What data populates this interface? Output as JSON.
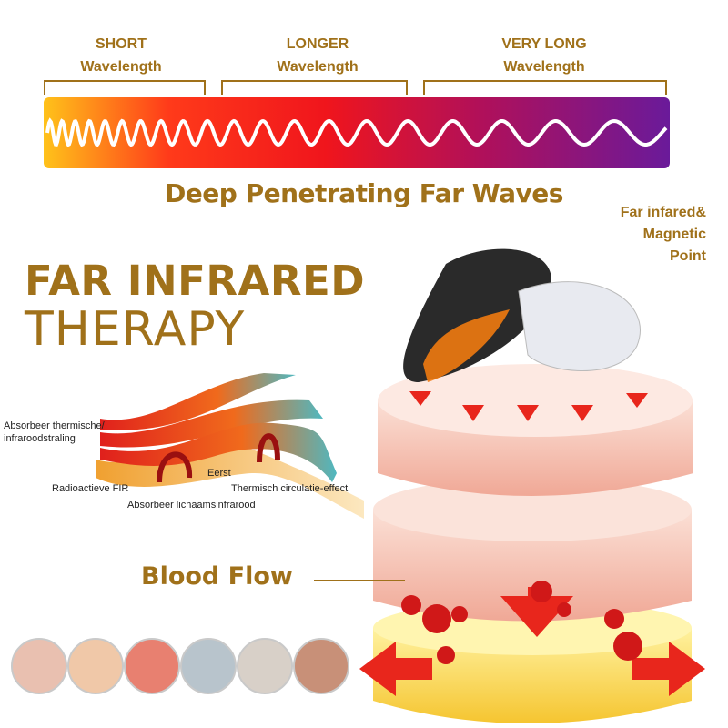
{
  "wavelengths": [
    {
      "line1": "SHORT",
      "line2": "Wavelength"
    },
    {
      "line1": "LONGER",
      "line2": "Wavelength"
    },
    {
      "line1": "VERY LONG",
      "line2": "Wavelength"
    }
  ],
  "headline": "Deep Penetrating Far Waves",
  "insole_label": {
    "line1": "Far infared&",
    "line2": "Magnetic",
    "line3": "Point"
  },
  "title": {
    "line1": "FAR INFRARED",
    "line2": "THERAPY"
  },
  "diagram_labels": {
    "absorb_thermal_1": "Absorbeer thermische/",
    "absorb_thermal_2": "infraroodstraling",
    "first": "Eerst",
    "radioactive": "Radioactieve FIR",
    "thermal_circulation": "Thermisch circulatie-effect",
    "absorb_body": "Absorbeer lichaamsinfrarood"
  },
  "blood_flow": "Blood Flow",
  "colors": {
    "gold": "#a0711a",
    "red": "#e0261c",
    "purple": "#6a1a9a"
  },
  "icons": [
    "leg-veins-icon",
    "knees-icon",
    "knee-pain-icon",
    "ice-pack-icon",
    "hands-icon",
    "foot-skin-icon"
  ]
}
